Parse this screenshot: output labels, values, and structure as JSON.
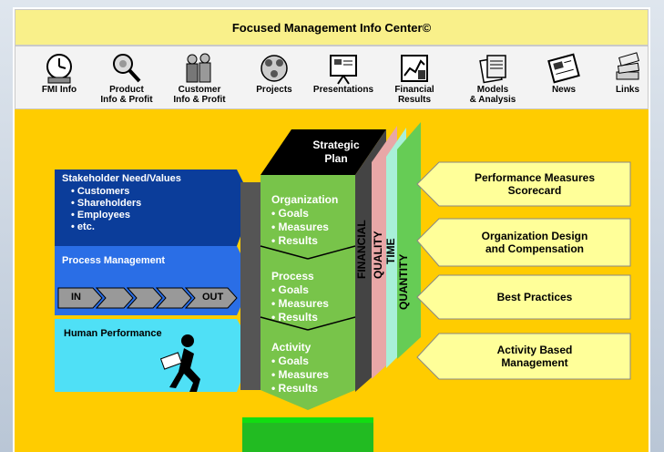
{
  "header": {
    "title": "Focused Management Info Center©"
  },
  "nav": [
    {
      "label": "FMI Info",
      "icon": "clock-icon"
    },
    {
      "label": "Product\nInfo & Profit",
      "icon": "magnifier-icon"
    },
    {
      "label": "Customer\nInfo & Profit",
      "icon": "people-icon"
    },
    {
      "label": "Projects",
      "icon": "team-icon"
    },
    {
      "label": "Presentations",
      "icon": "presentation-icon"
    },
    {
      "label": "Financial\nResults",
      "icon": "chart-icon"
    },
    {
      "label": "Models\n& Analysis",
      "icon": "documents-icon"
    },
    {
      "label": "News",
      "icon": "newspaper-icon"
    },
    {
      "label": "Links",
      "icon": "stack-icon"
    }
  ],
  "diagram": {
    "stakeholder": {
      "title": "Stakeholder Need/Values",
      "items": [
        "Customers",
        "Shareholders",
        "Employees",
        "etc."
      ]
    },
    "process_mgmt": {
      "title": "Process Management",
      "in": "IN",
      "out": "OUT"
    },
    "human_perf": {
      "title": "Human Performance"
    },
    "strategic_plan": "Strategic\nPlan",
    "levels": [
      {
        "title": "Organization",
        "items": [
          "Goals",
          "Measures",
          "Results"
        ]
      },
      {
        "title": "Process",
        "items": [
          "Goals",
          "Measures",
          "Results"
        ]
      },
      {
        "title": "Activity",
        "items": [
          "Goals",
          "Measures",
          "Results"
        ]
      }
    ],
    "dimensions": [
      "FINANCIAL",
      "QUALITY",
      "TIME",
      "QUANTITY"
    ],
    "right": [
      "Performance Measures\nScorecard",
      "Organization Design\nand Compensation",
      "Best Practices",
      "Activity Based\nManagement"
    ]
  },
  "colors": {
    "panel": "#ffcc00",
    "header": "#f9f08a",
    "green": "#78c44a",
    "blue_dark": "#0b3d9a",
    "blue": "#2a6ee6",
    "cyan": "#4fe0f6",
    "right_arrow": "#ffff99"
  }
}
